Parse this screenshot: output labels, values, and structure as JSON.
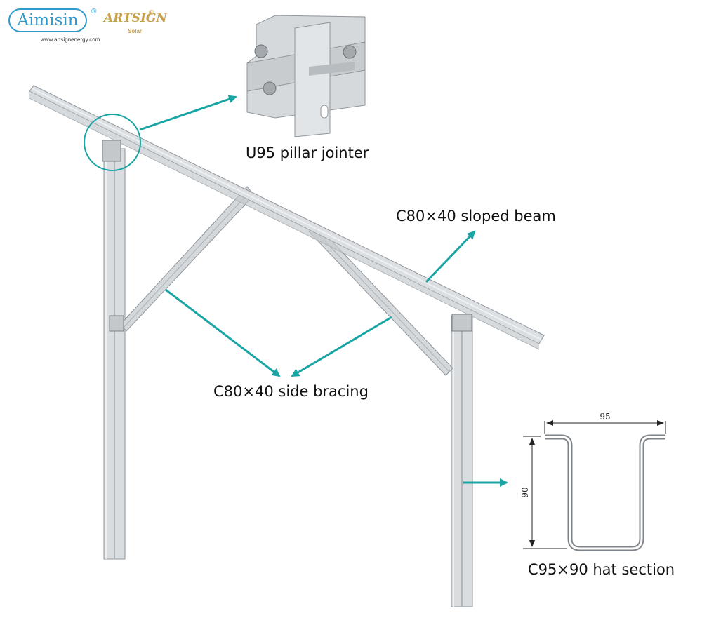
{
  "branding": {
    "primary_logo": "Aimisin",
    "secondary_logo": "ARTSIGN",
    "secondary_logo_sub": "Solar",
    "registered_mark": "®",
    "website": "www.artsignenergy.com"
  },
  "labels": {
    "jointer": "U95 pillar jointer",
    "sloped_beam": "C80×40 sloped beam",
    "side_bracing": "C80×40 side bracing",
    "hat_section": "C95×90 hat section"
  },
  "dimensions": {
    "width": "95",
    "height": "90"
  },
  "colors": {
    "arrow": "#1aa5a5",
    "steel": "#d7dadd",
    "steel_dark": "#9aa0a6",
    "logo_blue": "#2e9bcc",
    "logo_gold": "#c9a04a"
  }
}
